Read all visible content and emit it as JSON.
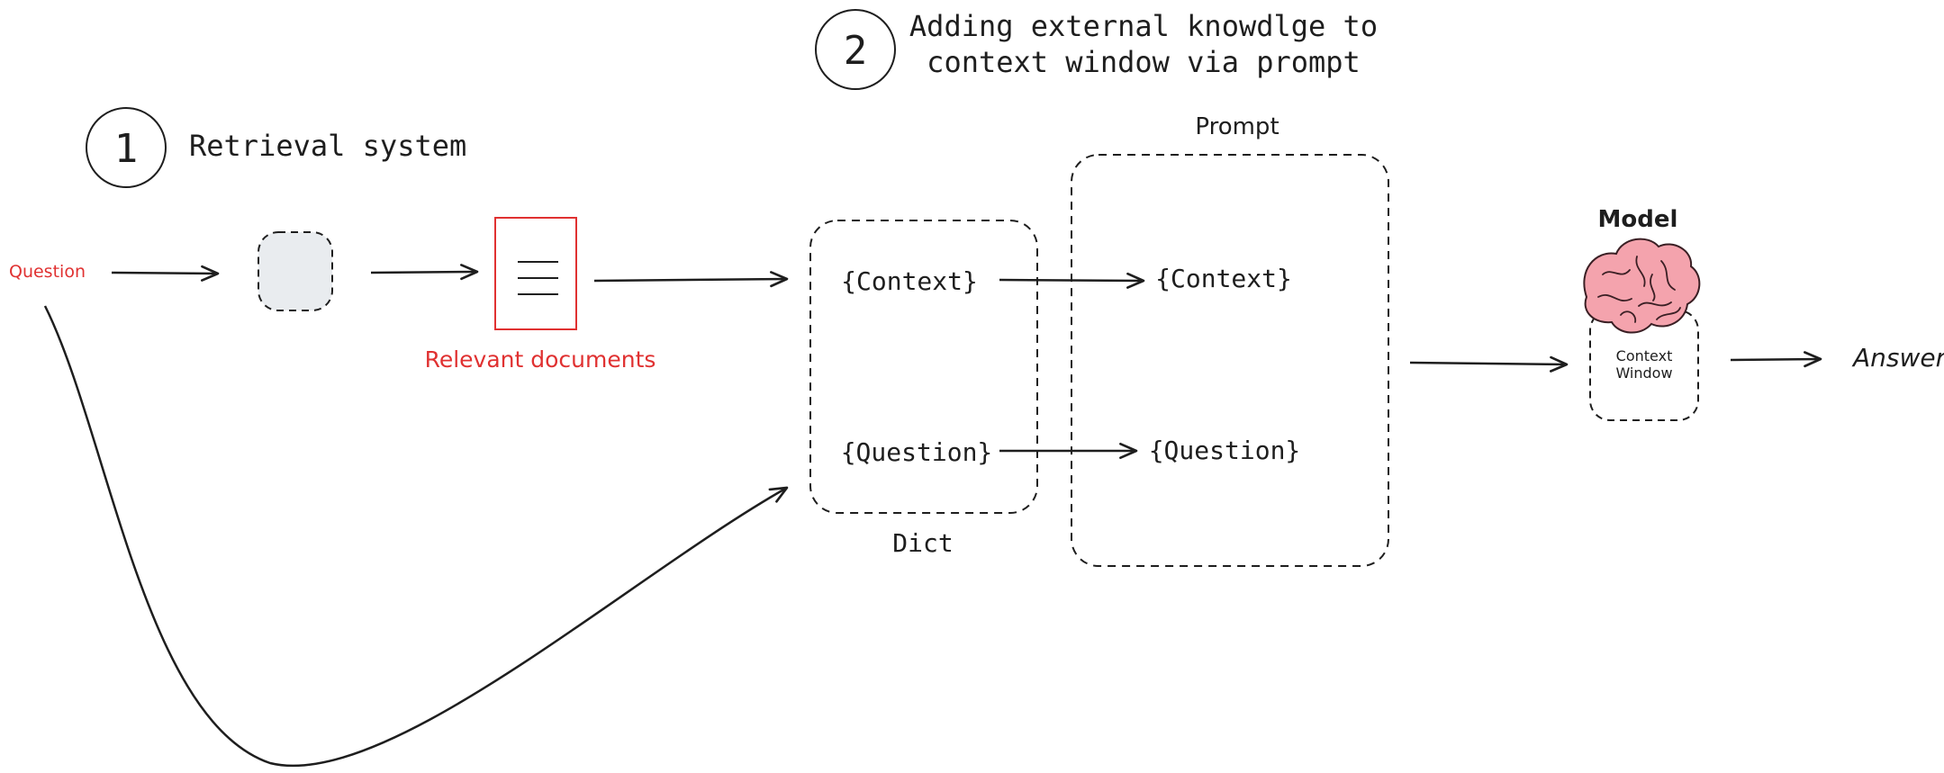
{
  "steps": [
    {
      "number": "1",
      "label": "Retrieval system"
    },
    {
      "number": "2",
      "label_line1": "Adding external knowdlge to",
      "label_line2": "context window via prompt"
    }
  ],
  "inputs": {
    "question": "Question"
  },
  "documents": {
    "label": "Relevant documents"
  },
  "dict": {
    "label": "Dict",
    "context": "{Context}",
    "question": "{Question}"
  },
  "prompt": {
    "label": "Prompt",
    "context": "{Context}",
    "question": "{Question}"
  },
  "model": {
    "label": "Model",
    "window_line1": "Context",
    "window_line2": "Window"
  },
  "output": {
    "answer": "Answer"
  },
  "colors": {
    "accent_red": "#e03131",
    "ink": "#1e1e1e",
    "retriever_fill": "#e9ecef",
    "brain_fill": "#f4a3ad",
    "brain_stroke": "#3a1f24"
  }
}
